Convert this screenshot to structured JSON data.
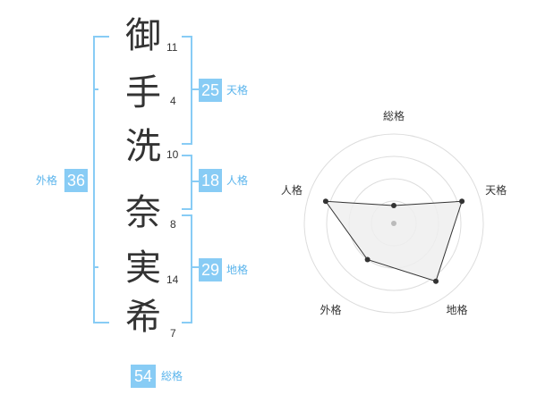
{
  "name_chars": [
    {
      "char": "御",
      "strokes": "11"
    },
    {
      "char": "手",
      "strokes": "4"
    },
    {
      "char": "洗",
      "strokes": "10"
    },
    {
      "char": "奈",
      "strokes": "8"
    },
    {
      "char": "実",
      "strokes": "14"
    },
    {
      "char": "希",
      "strokes": "7"
    }
  ],
  "scores": {
    "tenkaku": {
      "value": "25",
      "label": "天格"
    },
    "jinkaku": {
      "value": "18",
      "label": "人格"
    },
    "chikaku": {
      "value": "29",
      "label": "地格"
    },
    "gaikaku": {
      "value": "36",
      "label": "外格"
    },
    "soukaku": {
      "value": "54",
      "label": "総格"
    }
  },
  "chart_data": {
    "type": "radar",
    "axes": [
      "総格",
      "天格",
      "地格",
      "外格",
      "人格"
    ],
    "levels": 4,
    "values": [
      0.2,
      0.8,
      0.8,
      0.5,
      0.8
    ],
    "accent_color": "#88ccf5"
  }
}
